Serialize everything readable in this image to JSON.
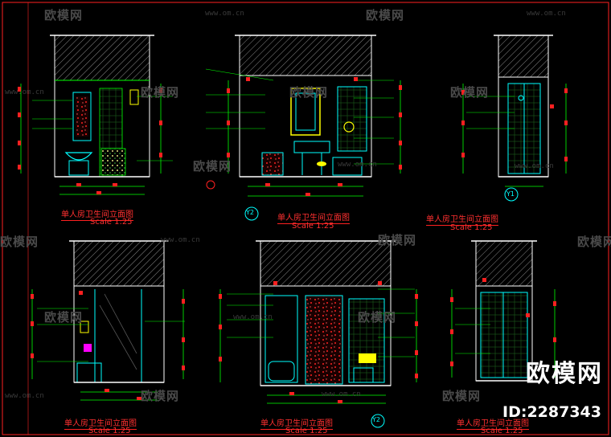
{
  "watermark": {
    "brand": "欧模网",
    "url": "www.om.cn",
    "id_label": "ID:2287343"
  },
  "elevations": [
    {
      "title": "单人房卫生间立面图",
      "scale": "Scale 1:25",
      "marker": ""
    },
    {
      "title": "单人房卫生间立面图",
      "scale": "Scale 1:25",
      "marker": "Y2"
    },
    {
      "title": "单人房卫生间立面图",
      "scale": "Scale 1:25",
      "marker": "Y1"
    },
    {
      "title": "单人房卫生间立面图",
      "scale": "Scale 1:25",
      "marker": ""
    },
    {
      "title": "单人房卫生间立面图",
      "scale": "Scale 1:25",
      "marker": "Y2"
    },
    {
      "title": "单人房卫生间立面图",
      "scale": "Scale 1:25",
      "marker": ""
    }
  ],
  "colors": {
    "background": "#000000",
    "outline": "#ffffff",
    "fixture": "#00ffff",
    "dimension": "#00ff00",
    "annotation": "#ff2020",
    "tile": "#00c000",
    "accent_yellow": "#ffff00",
    "accent_magenta": "#ff00ff"
  }
}
